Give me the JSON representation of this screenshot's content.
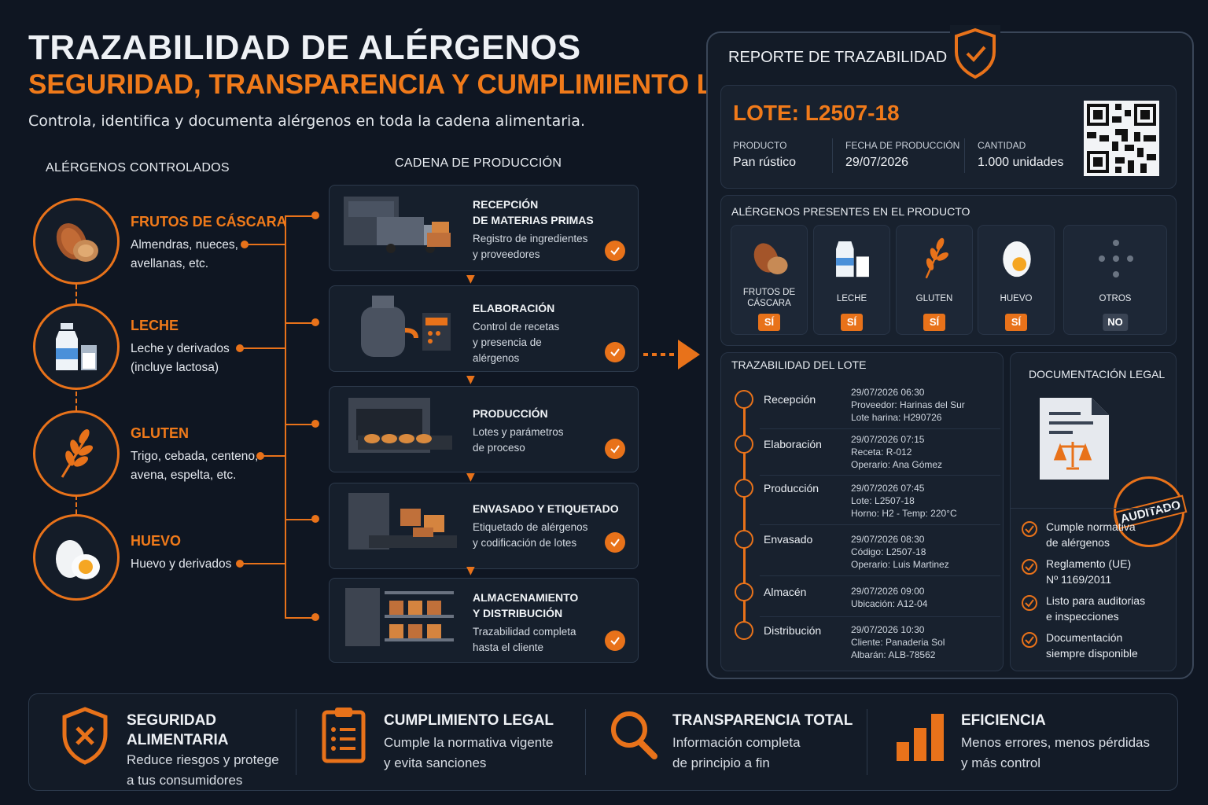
{
  "header": {
    "title": "TRAZABILIDAD DE ALÉRGENOS",
    "subtitle": "SEGURIDAD, TRANSPARENCIA Y CUMPLIMIENTO LEGAL",
    "tagline": "Controla, identifica y documenta alérgenos en toda la cadena alimentaria."
  },
  "allergens": {
    "heading": "ALÉRGENOS CONTROLADOS",
    "items": [
      {
        "name": "FRUTOS DE CÁSCARA",
        "desc1": "Almendras, nueces,",
        "desc2": "avellanas, etc.",
        "icon": "nuts-icon"
      },
      {
        "name": "LECHE",
        "desc1": "Leche y derivados",
        "desc2": "(incluye lactosa)",
        "icon": "milk-icon"
      },
      {
        "name": "GLUTEN",
        "desc1": "Trigo, cebada, centeno,",
        "desc2": "avena, espelta, etc.",
        "icon": "wheat-icon"
      },
      {
        "name": "HUEVO",
        "desc1": "Huevo y derivados",
        "desc2": "",
        "icon": "egg-icon"
      }
    ]
  },
  "chain": {
    "heading": "CADENA DE PRODUCCIÓN",
    "steps": [
      {
        "title1": "RECEPCIÓN",
        "title2": "DE MATERIAS PRIMAS",
        "desc1": "Registro de ingredientes",
        "desc2": "y proveedores",
        "desc3": ""
      },
      {
        "title1": "ELABORACIÓN",
        "title2": "",
        "desc1": "Control de recetas",
        "desc2": "y presencia de",
        "desc3": "alérgenos"
      },
      {
        "title1": "PRODUCCIÓN",
        "title2": "",
        "desc1": "Lotes y parámetros",
        "desc2": "de proceso",
        "desc3": ""
      },
      {
        "title1": "ENVASADO Y ETIQUETADO",
        "title2": "",
        "desc1": "Etiquetado de alérgenos",
        "desc2": "y codificación de lotes",
        "desc3": ""
      },
      {
        "title1": "ALMACENAMIENTO",
        "title2": "Y DISTRIBUCIÓN",
        "desc1": "Trazabilidad completa",
        "desc2": "hasta el cliente",
        "desc3": ""
      }
    ]
  },
  "report": {
    "title": "REPORTE DE TRAZABILIDAD",
    "lot": "LOTE: L2507-18",
    "product_label": "PRODUCTO",
    "product": "Pan rústico",
    "date_label": "FECHA DE PRODUCCIÓN",
    "date": "29/07/2026",
    "qty_label": "CANTIDAD",
    "qty": "1.000 unidades",
    "allergens_heading": "ALÉRGENOS PRESENTES EN EL PRODUCTO",
    "allergens": [
      {
        "name1": "FRUTOS DE",
        "name2": "CÁSCARA",
        "status": "SÍ"
      },
      {
        "name1": "LECHE",
        "name2": "",
        "status": "SÍ"
      },
      {
        "name1": "GLUTEN",
        "name2": "",
        "status": "SÍ"
      },
      {
        "name1": "HUEVO",
        "name2": "",
        "status": "SÍ"
      },
      {
        "name1": "OTROS",
        "name2": "",
        "status": "NO"
      }
    ],
    "timeline_heading": "TRAZABILIDAD DEL LOTE",
    "timeline": [
      {
        "name": "Recepción",
        "l1": "29/07/2026 06:30",
        "l2": "Proveedor: Harinas del Sur",
        "l3": "Lote harina: H290726"
      },
      {
        "name": "Elaboración",
        "l1": "29/07/2026 07:15",
        "l2": "Receta: R-012",
        "l3": "Operario: Ana Gómez"
      },
      {
        "name": "Producción",
        "l1": "29/07/2026 07:45",
        "l2": "Lote: L2507-18",
        "l3": "Horno: H2 - Temp: 220°C"
      },
      {
        "name": "Envasado",
        "l1": "29/07/2026 08:30",
        "l2": "Código: L2507-18",
        "l3": "Operario: Luis Martinez"
      },
      {
        "name": "Almacén",
        "l1": "29/07/2026 09:00",
        "l2": "Ubicación: A12-04",
        "l3": ""
      },
      {
        "name": "Distribución",
        "l1": "29/07/2026 10:30",
        "l2": "Cliente: Panaderia Sol",
        "l3": "Albarán: ALB-78562"
      }
    ],
    "legal_heading": "DOCUMENTACIÓN LEGAL",
    "stamp": "AUDITADO",
    "legal_items": [
      {
        "l1": "Cumple normativa",
        "l2": "de alérgenos"
      },
      {
        "l1": "Reglamento (UE)",
        "l2": "Nº 1169/2011"
      },
      {
        "l1": "Listo para auditorias",
        "l2": "e inspecciones"
      },
      {
        "l1": "Documentación",
        "l2": "siempre disponible"
      }
    ]
  },
  "benefits": [
    {
      "title1": "SEGURIDAD",
      "title2": "ALIMENTARIA",
      "desc1": "Reduce riesgos y protege",
      "desc2": "a tus consumidores",
      "icon": "shield-x-icon"
    },
    {
      "title1": "CUMPLIMIENTO LEGAL",
      "title2": "",
      "desc1": "Cumple la normativa vigente",
      "desc2": "y evita sanciones",
      "icon": "clipboard-icon"
    },
    {
      "title1": "TRANSPARENCIA TOTAL",
      "title2": "",
      "desc1": "Información completa",
      "desc2": "de principio a fin",
      "icon": "magnifier-icon"
    },
    {
      "title1": "EFICIENCIA",
      "title2": "",
      "desc1": "Menos errores, menos pérdidas",
      "desc2": "y más control",
      "icon": "bar-chart-icon"
    }
  ],
  "colors": {
    "accent": "#e8721a",
    "background": "#0f1622",
    "panel": "#131b27",
    "text": "#e8ecf1"
  }
}
